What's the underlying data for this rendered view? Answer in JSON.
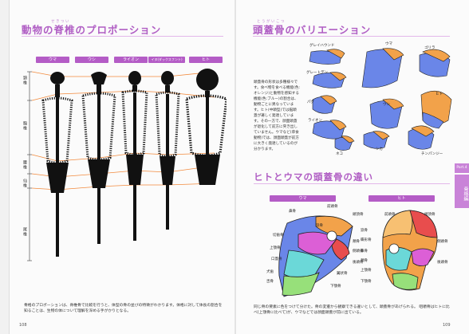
{
  "left_page": {
    "title": "動物の脊椎のプロポーション",
    "title_ruby": "せきつい",
    "column_labels": [
      "ウマ",
      "ウシ",
      "ライオン",
      "イヌ(ダックスフント)",
      "ヒト"
    ],
    "axis_labels": [
      "頸椎",
      "胸椎",
      "腰椎",
      "仙椎",
      "尾椎"
    ],
    "caption": "骨格のプロポーションは、脊椎骨で比較を行うと、体型の骨の並びの特徴がわかります。体格に対して体長の割合を知ることは、生物の体について理解を深める手がかりとなる。",
    "page_number": "108"
  },
  "right_page": {
    "title": "頭蓋骨のバリエーション",
    "title_ruby": "とうがいこつ",
    "body_text": "頭蓋骨の形状は多種様々です。食べ物を食べる機能(色:オレンジ)と動物を感知する機能(色:ブルー)の割合は、動物ごとに異なっています。ヒト(中頭型)では脳頭蓋が著しく発達しています。その一方で、顔面頭蓋が退化して前方に突き出していません。ウマなど(草食動物)では、顔面頭蓋が前方に大きく発達しているのが分かります。",
    "skull_labels": [
      "グレイハウンド",
      "ウマ",
      "ゴリラ",
      "グレートデン",
      "ヒト",
      "パグ",
      "ライオン",
      "ウシ",
      "ネコ",
      "シカ",
      "チンパンジー"
    ],
    "subtitle": "ヒトとウマの頭蓋骨の違い",
    "sub_labels": [
      "ウマ",
      "ヒト"
    ],
    "horse_parts": [
      "鼻骨",
      "前頭骨",
      "頭頂骨",
      "切歯骨",
      "上顎骨",
      "涙骨",
      "頬骨",
      "側頭骨",
      "後頭骨",
      "口蓋骨",
      "翼状骨",
      "下顎骨",
      "舌骨",
      "犬歯"
    ],
    "human_parts": [
      "前頭骨",
      "頭頂骨",
      "側頭骨",
      "鼻骨",
      "頬骨",
      "上顎骨",
      "下顎骨",
      "後頭骨",
      "蝶形骨",
      "涙骨"
    ],
    "caption": "同じ骨の要素に色をつけて分けた。骨の変遷から観察できる違いとして、頭蓋骨があげられる。 咀嚼骨はヒトに比べ(上顎骨に比べて)が、ウマなどでは顔面頭蓋が前に出ている。",
    "side_tab": "骨格編",
    "side_tab_small": "Part.4",
    "page_number": "109"
  },
  "colors": {
    "accent": "#b45cc6",
    "orange": "#f28a3d",
    "skull_blue": "#6a86e8",
    "skull_orange": "#f2a24a"
  }
}
